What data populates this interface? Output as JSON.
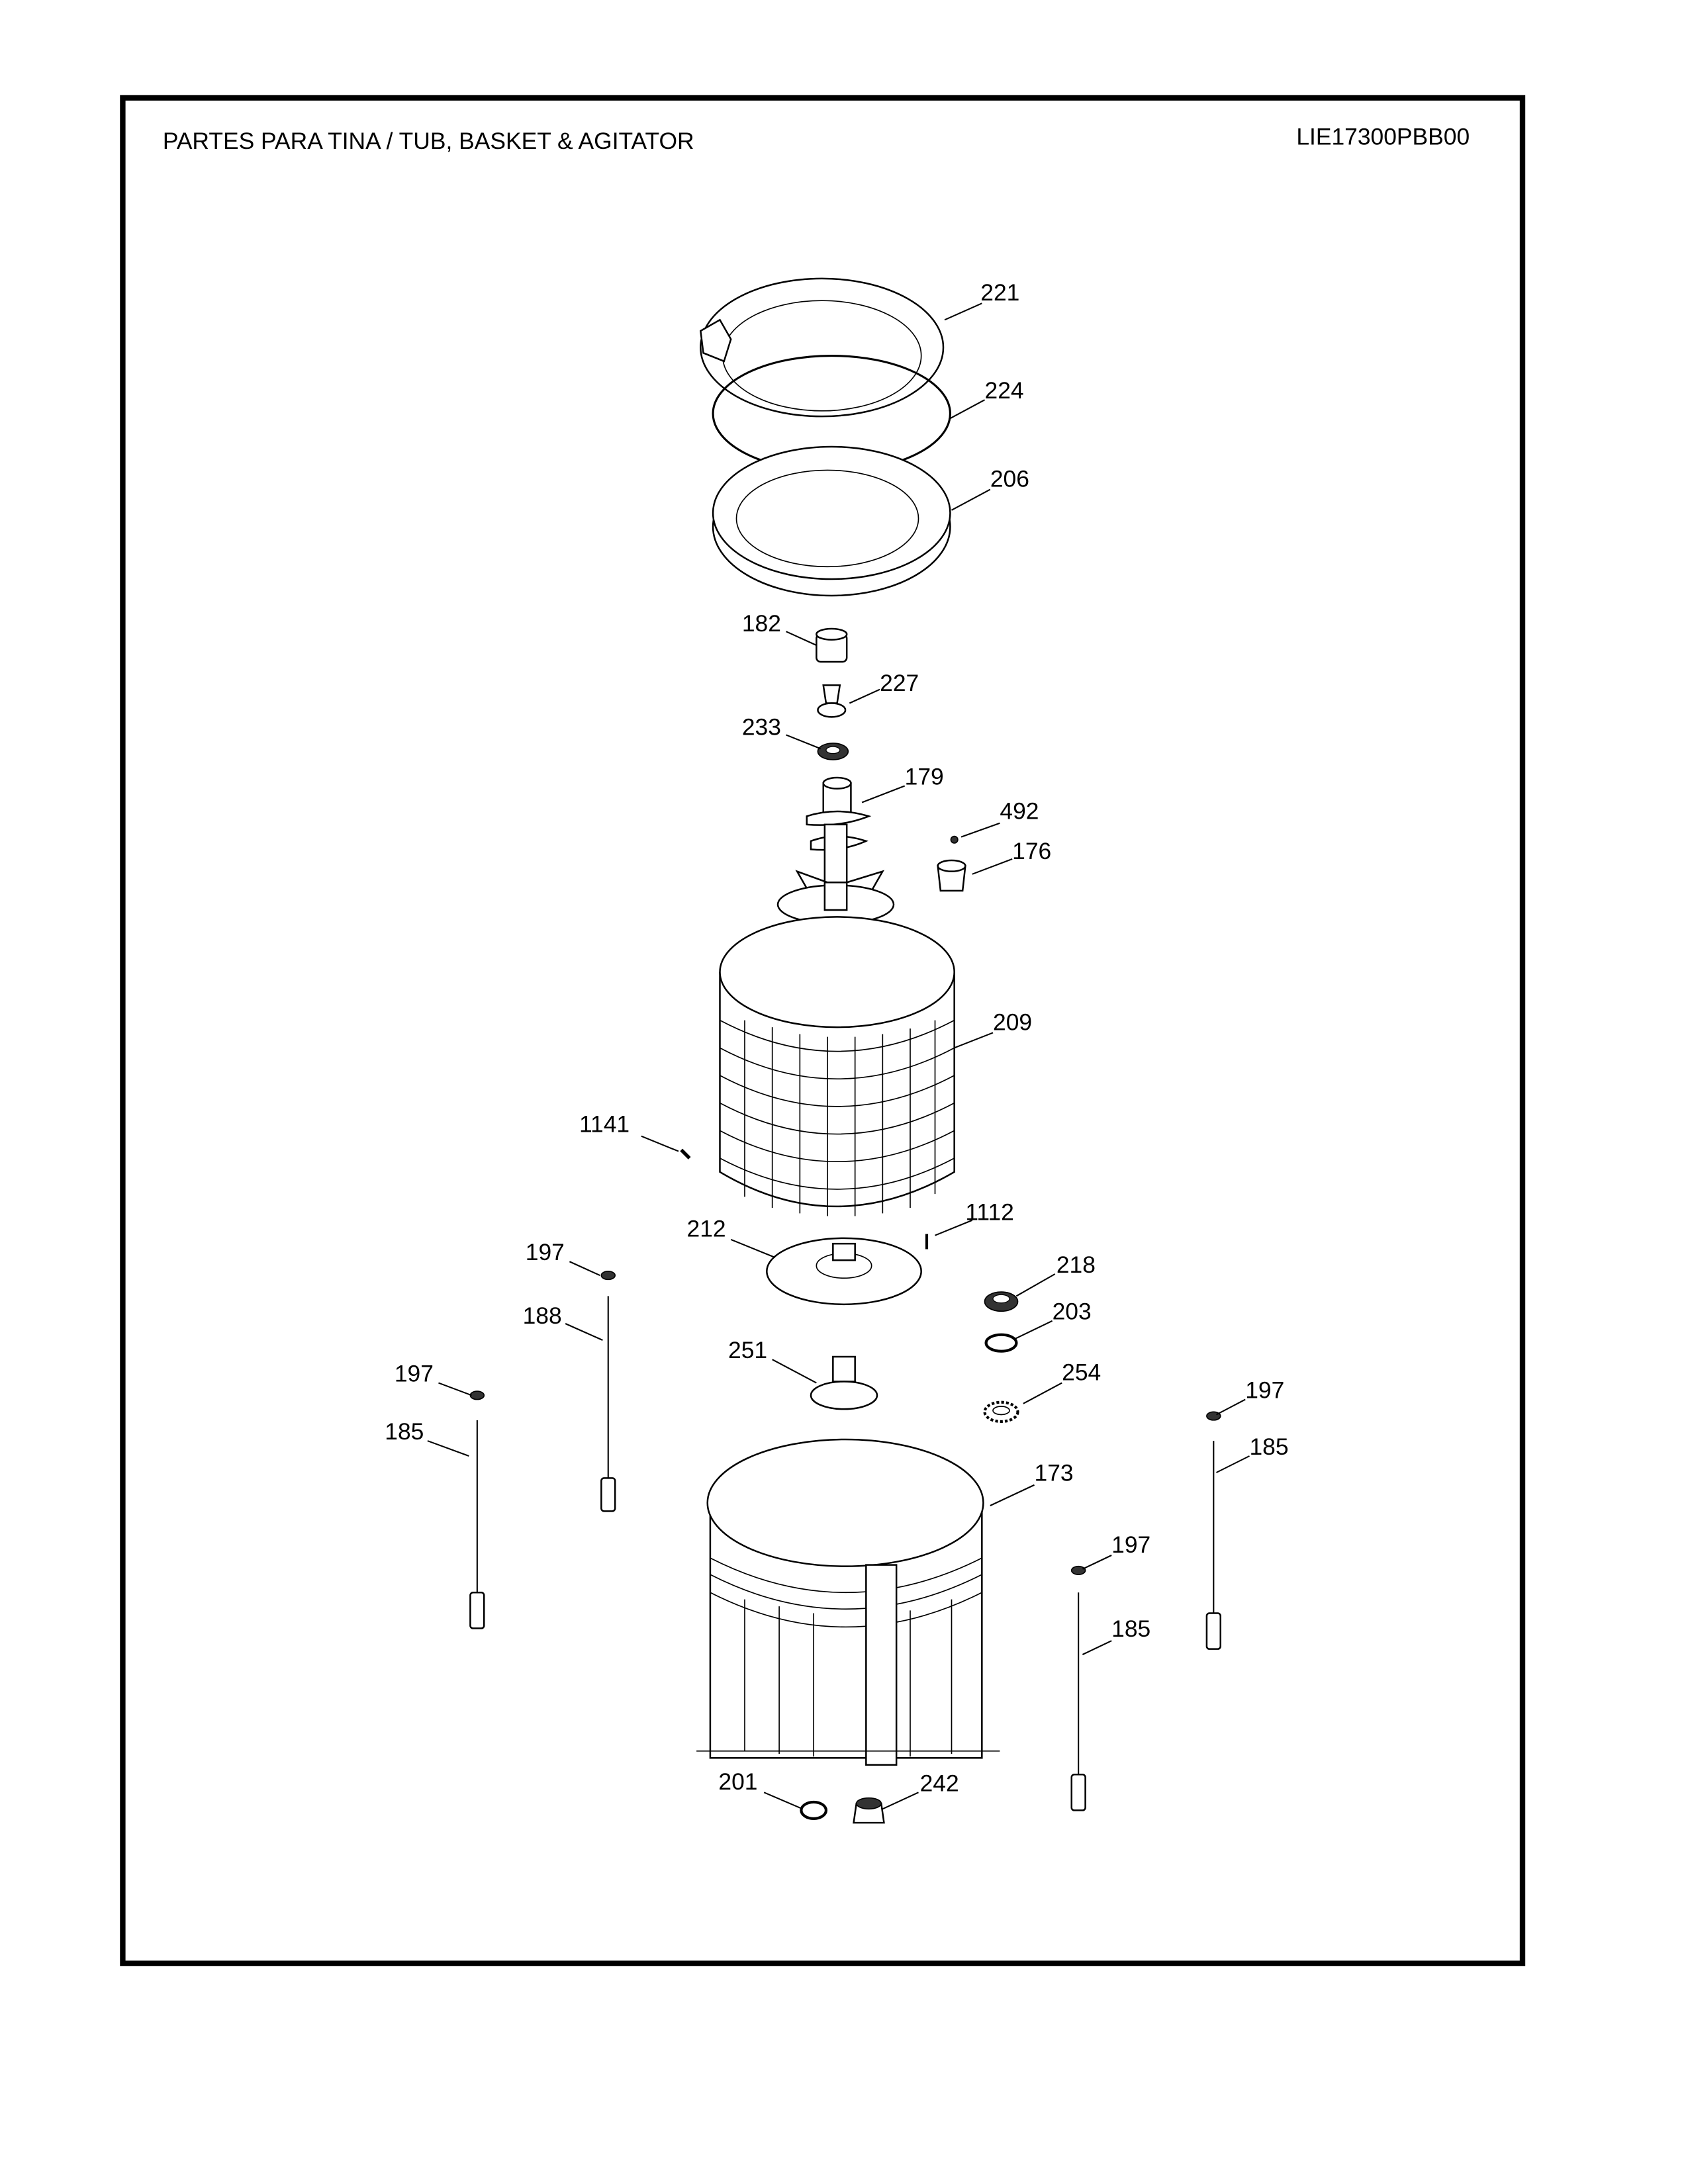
{
  "header": {
    "title": "PARTES PARA TINA  /  TUB, BASKET & AGITATOR",
    "model": "LIE17300PBB00"
  },
  "callouts": [
    "221",
    "224",
    "206",
    "182",
    "227",
    "233",
    "179",
    "492",
    "176",
    "209",
    "1141",
    "1112",
    "212",
    "197",
    "218",
    "188",
    "203",
    "251",
    "197",
    "254",
    "197",
    "185",
    "185",
    "173",
    "197",
    "185",
    "201",
    "242"
  ]
}
